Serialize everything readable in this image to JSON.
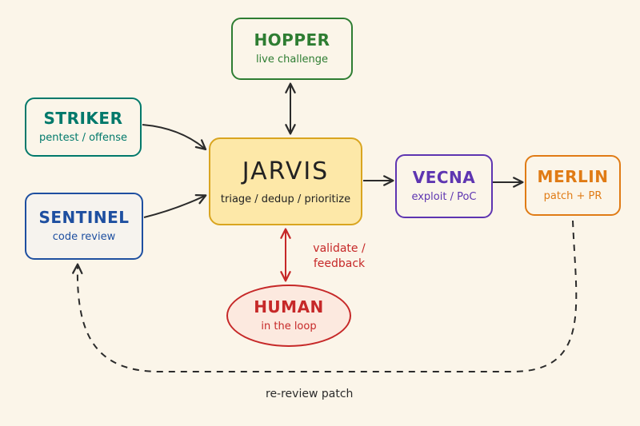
{
  "colors": {
    "background": "#fbf5e9",
    "hopper": "#2e7d32",
    "striker": "#00796b",
    "sentinel": "#1e4fa0",
    "jarvis": "#d9a520",
    "jarvis_fill": "#fde8a8",
    "vecna": "#5e35b1",
    "merlin": "#e07b15",
    "human": "#c62828",
    "human_fill": "#fce9df",
    "arrow": "#2b2b2b"
  },
  "nodes": {
    "hopper": {
      "title": "HOPPER",
      "subtitle": "live challenge"
    },
    "striker": {
      "title": "STRIKER",
      "subtitle": "pentest / offense"
    },
    "sentinel": {
      "title": "SENTINEL",
      "subtitle": "code review"
    },
    "jarvis": {
      "title": "JARVIS",
      "subtitle": "triage / dedup / prioritize"
    },
    "vecna": {
      "title": "VECNA",
      "subtitle": "exploit / PoC"
    },
    "merlin": {
      "title": "MERLIN",
      "subtitle": "patch + PR"
    },
    "human": {
      "title": "HUMAN",
      "subtitle": "in the loop"
    }
  },
  "edge_labels": {
    "validate_line1": "validate /",
    "validate_line2": "feedback",
    "rereview": "re-review patch"
  }
}
